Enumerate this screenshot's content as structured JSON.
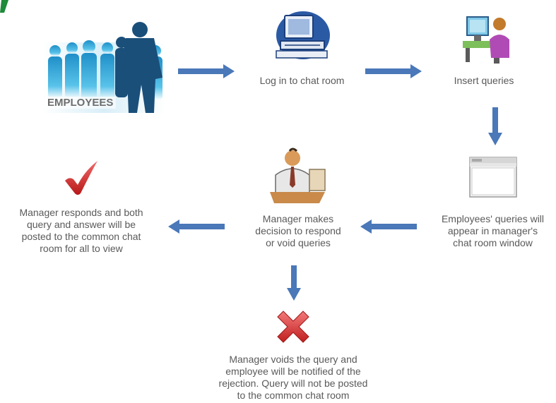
{
  "nodes": {
    "employees": {
      "label": "EMPLOYEES",
      "icon": "employees-silhouettes-icon"
    },
    "login": {
      "label": "Log in to chat room",
      "icon": "computer-icon"
    },
    "insert": {
      "label": "Insert queries",
      "icon": "person-at-computer-icon"
    },
    "appear": {
      "lines": [
        "Employees' queries will",
        "appear in manager's",
        "chat room window"
      ],
      "icon": "browser-window-icon"
    },
    "decision": {
      "lines": [
        "Manager makes",
        "decision to respond",
        "or void queries"
      ],
      "icon": "manager-at-desk-icon"
    },
    "respond": {
      "lines": [
        "Manager responds and both",
        "query and answer will be",
        "posted to the common chat",
        "room for all to view"
      ],
      "icon": "checkmark-icon"
    },
    "void": {
      "lines": [
        "Manager voids the query and",
        "employee will be notified of the",
        "rejection. Query will not be posted",
        "to the common chat room"
      ],
      "icon": "x-mark-icon"
    }
  },
  "colors": {
    "arrow": "#4a78b8",
    "text": "#5a5a5a",
    "check": "#d42a2a",
    "cross": "#d43030",
    "people": "#2fa9d8"
  }
}
